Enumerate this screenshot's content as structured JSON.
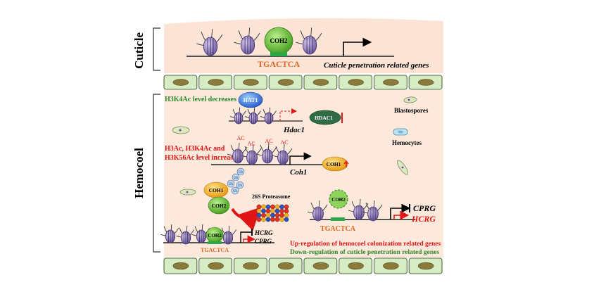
{
  "sections": {
    "cuticle": "Cuticle",
    "hemocoel": "Hemocoel"
  },
  "labels": {
    "coh2_top": "COH2",
    "motif_top": "TGACTCA",
    "cuticle_genes": "Cuticle penetration related genes",
    "h3k4ac_decrease": "H3K4Ac level decreases",
    "hat1": "HAT1",
    "hdac1_protein": "HDAC1",
    "hdac1_gene": "Hdac1",
    "blastospores": "Blastospores",
    "hemocytes": "Hemocytes",
    "increase_line1": "H3Ac, H3K4Ac and",
    "increase_line2": "H3K56Ac level  increases",
    "ac": "AC",
    "coh1_gene": "Coh1",
    "coh1_protein": "COH1",
    "coh1_complex": "COH1",
    "coh2_complex": "COH2",
    "ub": "Ub",
    "proteasome": "26S Proteasome",
    "coh2_dashed": "COH2",
    "motif_right": "TGACTCA",
    "cprg_right": "CPRG",
    "hcrg_right": "HCRG",
    "coh2_bottom": "COH2",
    "motif_bottom": "TGACTCA",
    "hcrg_bottom": "HCRG",
    "cprg_bottom": "CPRG",
    "upregulation": "Up-regulation of hemocoel colonization related genes",
    "downregulation": "Down-regulation of cuticle penetration related genes"
  },
  "colors": {
    "band": "#fbe3d6",
    "cell": "#d6ecc4",
    "nucleus": "#8a7a3c",
    "coh1": "#f5b942",
    "coh2": "#6abf3a",
    "hdac1": "#2f6b45",
    "red_text": "#e01515",
    "green_text": "#2a8a2a",
    "nucleosome": "#8c78b4"
  },
  "icons": [
    "nucleosome-icon",
    "blastospore-icon",
    "hemocyte-icon",
    "proteasome-icon",
    "ubiquitin-icon",
    "transcription-arrow-icon"
  ]
}
